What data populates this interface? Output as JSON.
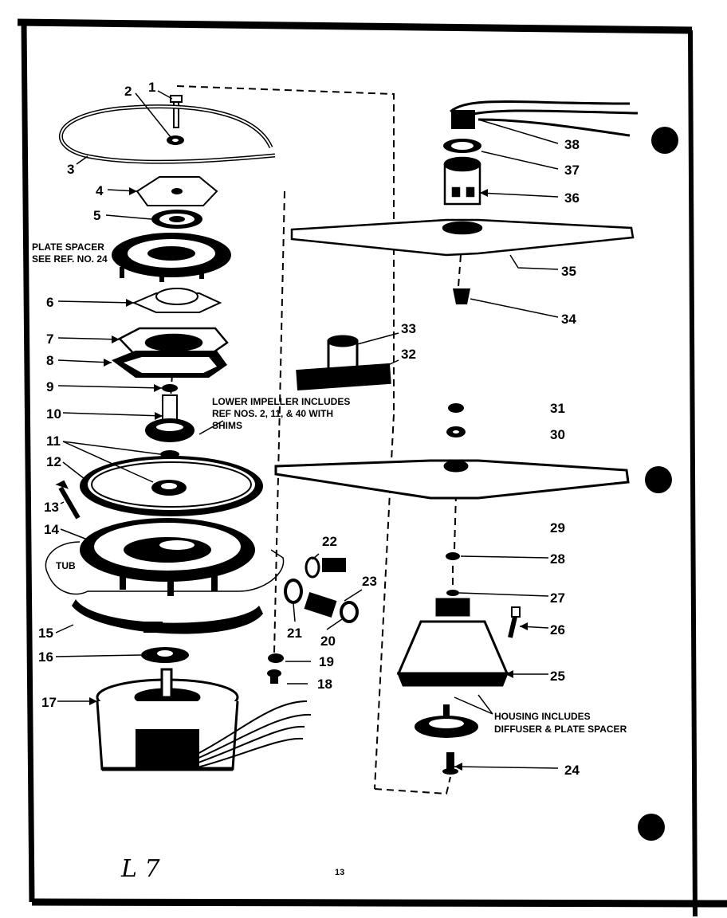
{
  "labels": {
    "n1": "1",
    "n2": "2",
    "n3": "3",
    "n4": "4",
    "n5": "5",
    "n6": "6",
    "n7": "7",
    "n8": "8",
    "n9": "9",
    "n10": "10",
    "n11": "11",
    "n12": "12",
    "n13": "13",
    "n14": "14",
    "n15": "15",
    "n16": "16",
    "n17": "17",
    "n18": "18",
    "n19": "19",
    "n20": "20",
    "n21": "21",
    "n22": "22",
    "n23": "23",
    "n24": "24",
    "n25": "25",
    "n26": "26",
    "n27": "27",
    "n28": "28",
    "n29": "29",
    "n30": "30",
    "n31": "31",
    "n32": "32",
    "n33": "33",
    "n34": "34",
    "n35": "35",
    "n36": "36",
    "n37": "37",
    "n38": "38"
  },
  "notes": {
    "plate_spacer_line1": "PLATE SPACER",
    "plate_spacer_line2": "SEE REF. NO. 24",
    "lower_impeller_line1": "LOWER IMPELLER INCLUDES",
    "lower_impeller_line2": "REF NOS. 2, 11, & 40 WITH",
    "lower_impeller_line3": "SHIMS",
    "tub": "TUB",
    "housing_line1": "HOUSING INCLUDES",
    "housing_line2": "DIFFUSER & PLATE SPACER"
  },
  "footer": {
    "handwritten": "L 7",
    "page_number": "13"
  }
}
